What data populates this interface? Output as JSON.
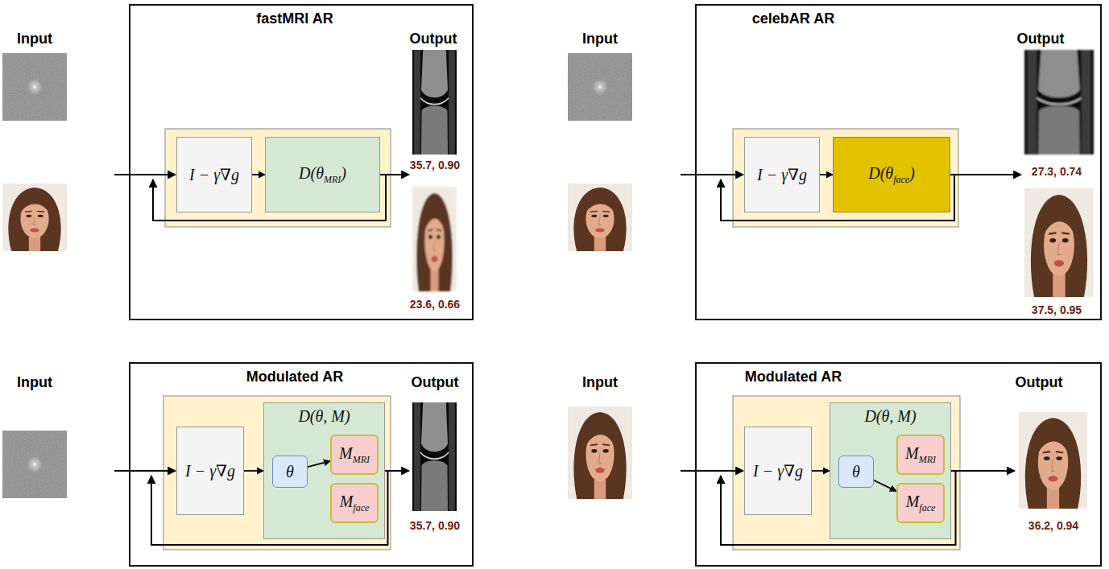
{
  "diagram": {
    "nodes": [
      {
        "text": [
          "fastMRI AR"
        ]
      },
      {
        "text": [
          "I − γ∇g"
        ],
        "in": 0
      },
      {
        "text": [
          "D(θMRI)"
        ],
        "in": 0
      },
      {
        "text": [
          "celebAR AR"
        ]
      },
      {
        "text": [
          "I − γ∇g"
        ],
        "in": 3
      },
      {
        "text": [
          "D(θface)"
        ],
        "in": 3
      },
      {
        "text": [
          "Modulated AR"
        ]
      },
      {
        "text": [
          "I − γ∇g"
        ],
        "in": 6
      },
      {
        "text": [
          "D(θ, M)"
        ],
        "in": 6
      },
      {
        "text": [
          "θ"
        ],
        "in": 8
      },
      {
        "text": [
          "MMRI"
        ],
        "in": 8
      },
      {
        "text": [
          "Mface"
        ],
        "in": 8
      },
      {
        "text": [
          "Modulated AR"
        ]
      },
      {
        "text": [
          "I − γ∇g"
        ],
        "in": 12
      },
      {
        "text": [
          "D(θ, M)"
        ],
        "in": 12
      },
      {
        "text": [
          "θ"
        ],
        "in": 14
      },
      {
        "text": [
          "MMRI"
        ],
        "in": 14
      },
      {
        "text": [
          "Mface"
        ],
        "in": 14
      }
    ],
    "edges": [
      {
        "from": 1,
        "to": 2,
        "arrow": "to"
      },
      {
        "from": 4,
        "to": 5,
        "arrow": "to"
      },
      {
        "from": 7,
        "to": 8,
        "arrow": "to"
      },
      {
        "from": 9,
        "to": 10,
        "arrow": "to"
      },
      {
        "from": 13,
        "to": 14,
        "arrow": "to"
      },
      {
        "from": 15,
        "to": 17,
        "arrow": "to"
      }
    ],
    "labels": [
      "Input",
      "Output",
      "35.7, 0.90",
      "23.6, 0.66",
      "Input",
      "Output",
      "27.3, 0.74",
      "37.5, 0.95",
      "Input",
      "Output",
      "35.7, 0.90",
      "Input",
      "Output",
      "36.2, 0.94"
    ]
  }
}
